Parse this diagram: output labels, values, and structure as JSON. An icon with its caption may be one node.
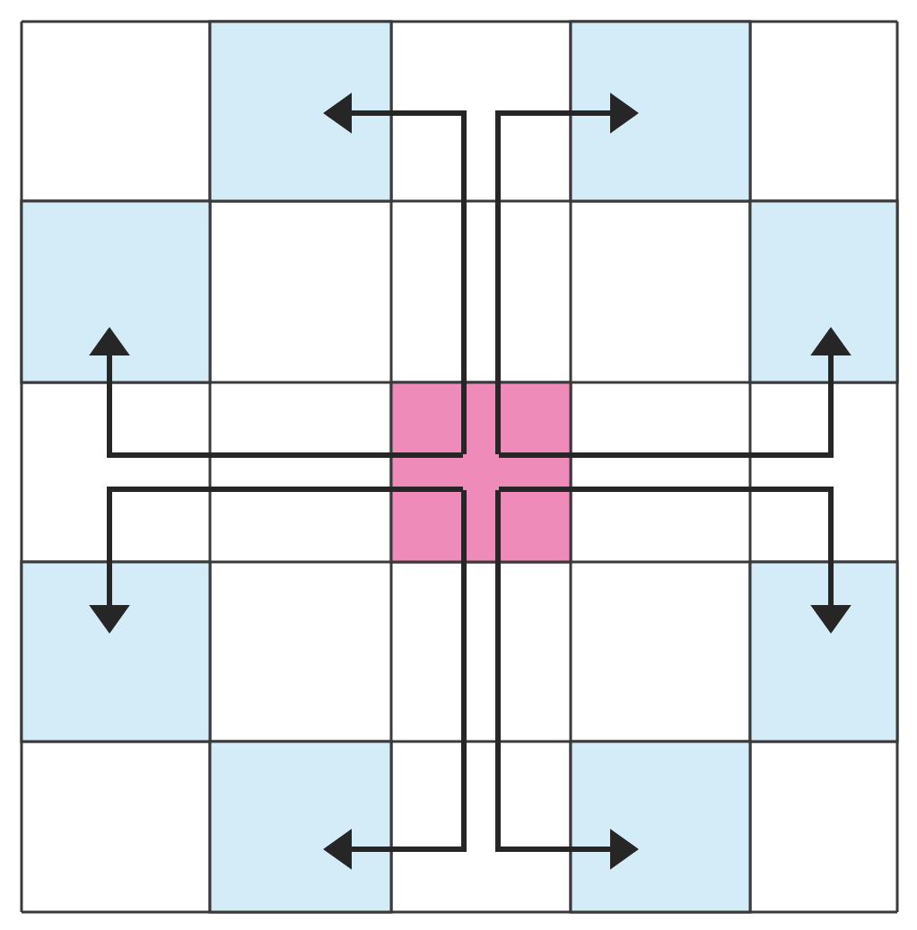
{
  "diagram": {
    "nodes": [
      {
        "text": [],
        "shape": "box"
      },
      {
        "text": [],
        "shape": "box"
      },
      {
        "text": [],
        "shape": "box"
      },
      {
        "text": [],
        "shape": "box"
      },
      {
        "text": [],
        "shape": "box"
      },
      {
        "text": [],
        "shape": "box"
      },
      {
        "text": [],
        "shape": "box"
      },
      {
        "text": [],
        "shape": "box"
      },
      {
        "text": [],
        "shape": "box"
      }
    ],
    "edges": [
      {
        "from": 4,
        "to": 0,
        "arrow": "to"
      },
      {
        "from": 4,
        "to": 1,
        "arrow": "to"
      },
      {
        "from": 4,
        "to": 2,
        "arrow": "to"
      },
      {
        "from": 4,
        "to": 3,
        "arrow": "to"
      },
      {
        "from": 4,
        "to": 5,
        "arrow": "to"
      },
      {
        "from": 4,
        "to": 6,
        "arrow": "to"
      },
      {
        "from": 4,
        "to": 7,
        "arrow": "to"
      },
      {
        "from": 4,
        "to": 8,
        "arrow": "to"
      }
    ]
  }
}
